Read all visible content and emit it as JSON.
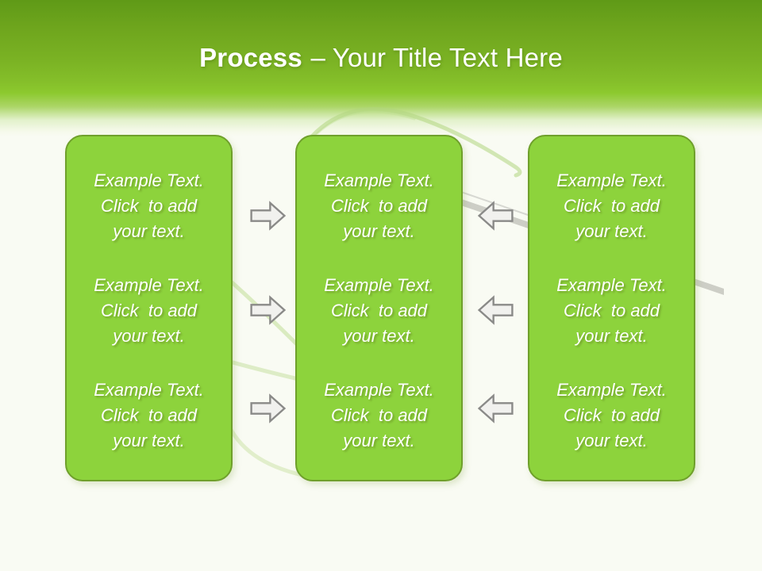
{
  "title": {
    "bold": "Process",
    "rest": "– Your Title Text Here",
    "full": "Process – Your Title Text Here"
  },
  "placeholder_text": "Example Text.\nClick  to add\nyour text.",
  "boxes": [
    {
      "id": "left",
      "paragraphs": [
        "Example Text.\nClick  to add\nyour text.",
        "Example Text.\nClick  to add\nyour text.",
        "Example Text.\nClick  to add\nyour text."
      ]
    },
    {
      "id": "middle",
      "paragraphs": [
        "Example Text.\nClick  to add\nyour text.",
        "Example Text.\nClick  to add\nyour text.",
        "Example Text.\nClick  to add\nyour text."
      ]
    },
    {
      "id": "right",
      "paragraphs": [
        "Example Text.\nClick  to add\nyour text.",
        "Example Text.\nClick  to add\nyour text.",
        "Example Text.\nClick  to add\nyour text."
      ]
    }
  ],
  "arrows": [
    {
      "direction": "right",
      "row": 1
    },
    {
      "direction": "right",
      "row": 2
    },
    {
      "direction": "right",
      "row": 3
    },
    {
      "direction": "left",
      "row": 1
    },
    {
      "direction": "left",
      "row": 2
    },
    {
      "direction": "left",
      "row": 3
    }
  ],
  "colors": {
    "header_gradient_top": "#5f9a17",
    "header_gradient_bright": "#8cc92e",
    "slide_background": "#f9fbf3",
    "box_fill": "#8dd33c",
    "box_border": "#6fa02b",
    "box_text": "#ffffff",
    "title_text": "#ffffff",
    "arrow_fill": "#f1f1ee",
    "arrow_border": "#8a8a88",
    "decor_green": "#b0d57e",
    "decor_gray": "#a8a8a2"
  }
}
